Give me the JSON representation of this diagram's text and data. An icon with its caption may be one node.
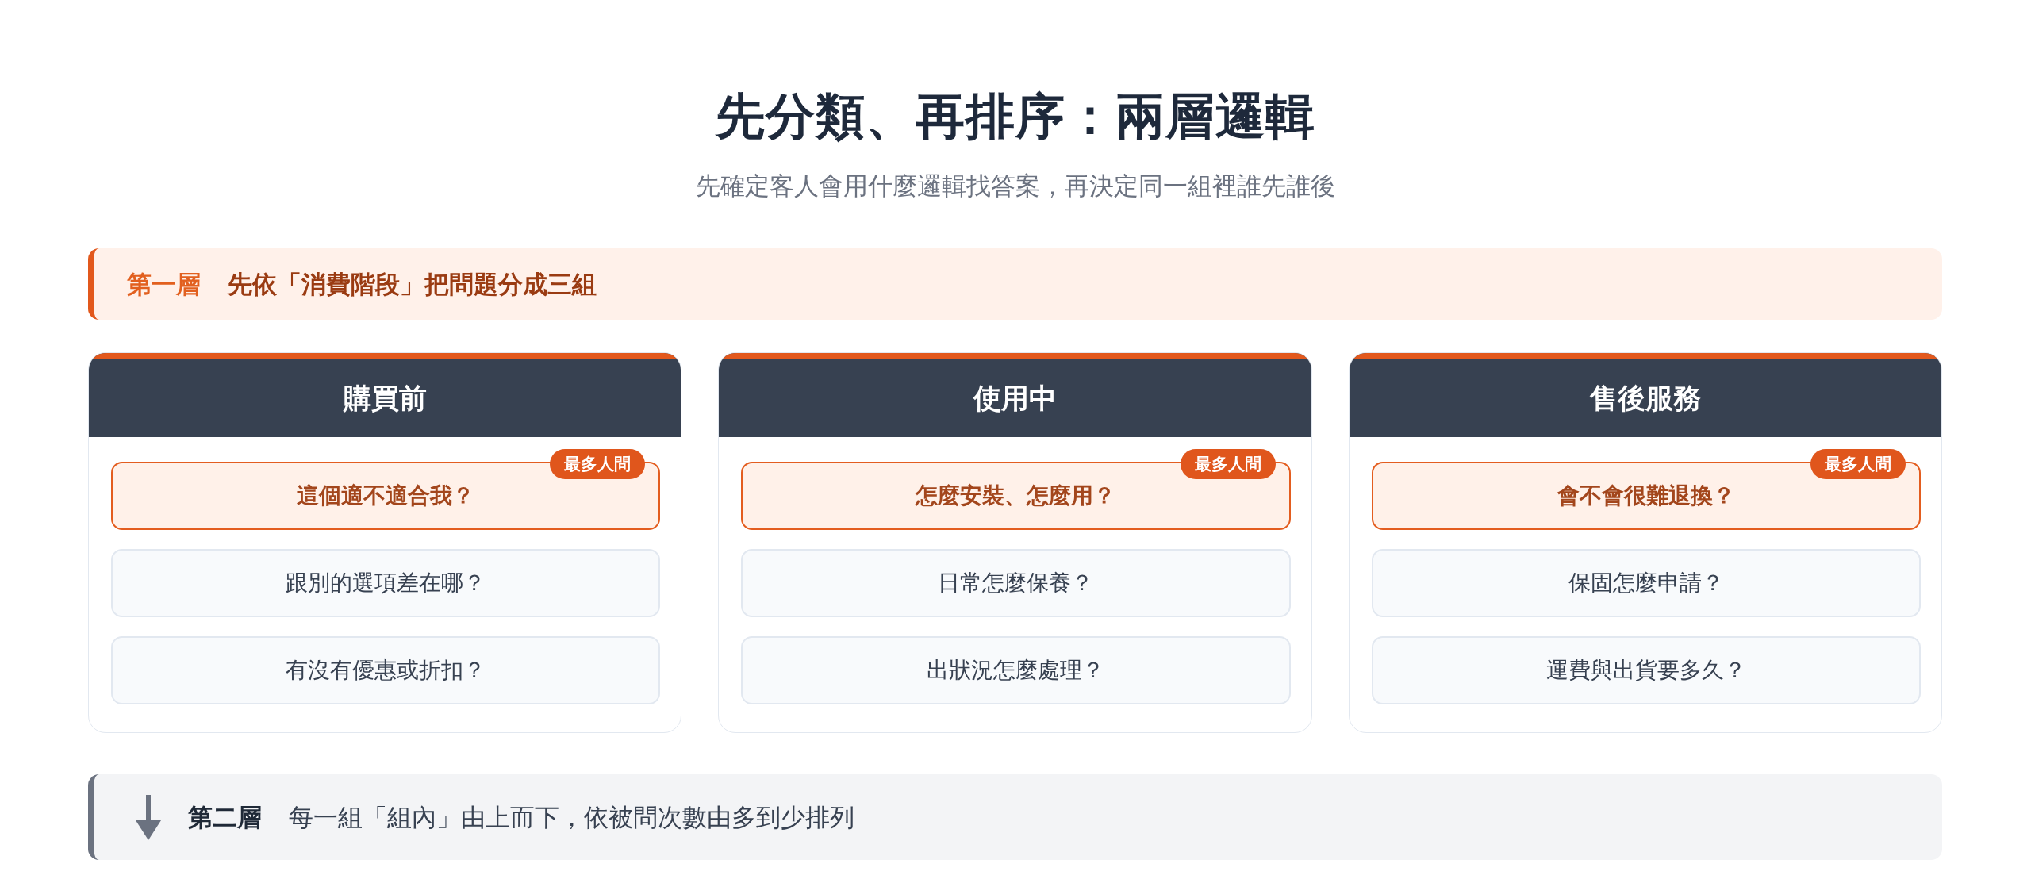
{
  "diagram": {
    "title": "先分類、再排序：兩層邏輯",
    "nodes": [
      {
        "text": [
          "第一層",
          "先依「消費階段」把問題分成三組"
        ]
      },
      {
        "text": [
          "購買前"
        ]
      },
      {
        "text": [
          "這個適不適合我？"
        ],
        "in": 1
      },
      {
        "text": [
          "最多人問"
        ],
        "in": 1
      },
      {
        "text": [
          "跟別的選項差在哪？"
        ],
        "in": 1
      },
      {
        "text": [
          "有沒有優惠或折扣？"
        ],
        "in": 1
      },
      {
        "text": [
          "使用中"
        ]
      },
      {
        "text": [
          "怎麼安裝、怎麼用？"
        ],
        "in": 6
      },
      {
        "text": [
          "最多人問"
        ],
        "in": 6
      },
      {
        "text": [
          "日常怎麼保養？"
        ],
        "in": 6
      },
      {
        "text": [
          "出狀況怎麼處理？"
        ],
        "in": 6
      },
      {
        "text": [
          "售後服務"
        ]
      },
      {
        "text": [
          "會不會很難退換？"
        ],
        "in": 11
      },
      {
        "text": [
          "最多人問"
        ],
        "in": 11
      },
      {
        "text": [
          "保固怎麼申請？"
        ],
        "in": 11
      },
      {
        "text": [
          "運費與出貨要多久？"
        ],
        "in": 11
      },
      {
        "text": [
          "第二層",
          "每一組「組內」由上而下，依被問次數由多到少排列"
        ]
      }
    ],
    "labels": [
      "先確定客人會用什麼邏輯找答案，再決定同一組裡誰先誰後"
    ]
  }
}
